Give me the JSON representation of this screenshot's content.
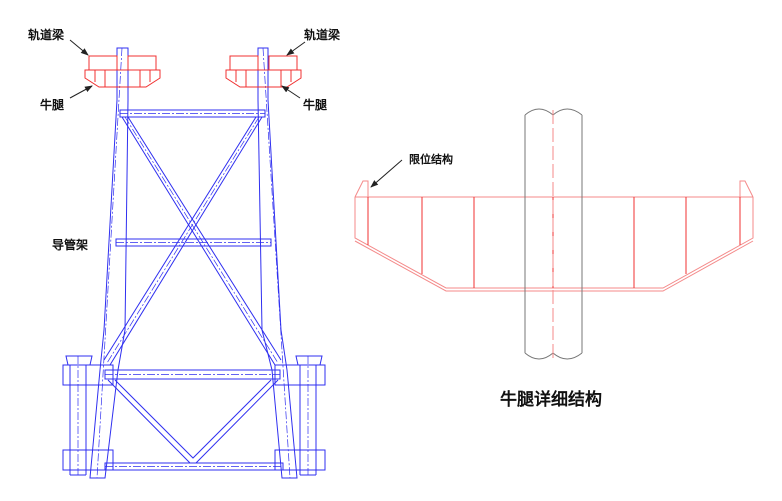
{
  "labels": {
    "rail_beam_left": "轨道梁",
    "rail_beam_right": "轨道梁",
    "corbel_left": "牛腿",
    "corbel_right": "牛腿",
    "jacket": "导管架",
    "limit_structure": "限位结构"
  },
  "caption": "牛腿详细结构",
  "colors": {
    "jacket": "#2f2ff0",
    "corbel": "#f03030",
    "pile": "#777777"
  }
}
